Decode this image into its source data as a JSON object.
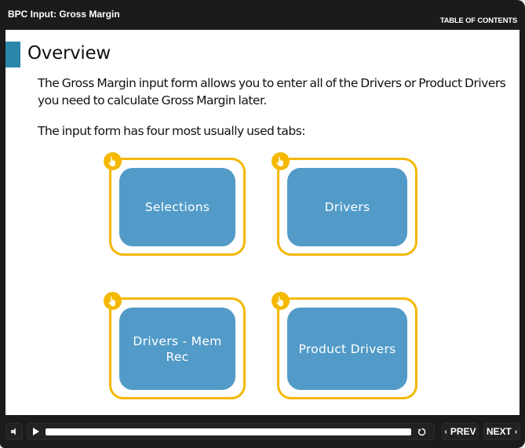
{
  "window": {
    "title": "BPC Input: Gross Margin",
    "toc_label": "TABLE OF CONTENTS"
  },
  "slide": {
    "heading": "Overview",
    "paragraph1": "The Gross Margin input form allows you to enter all of the Drivers or Product Drivers you need to calculate Gross Margin later.",
    "paragraph2": "The input form has four most usually used tabs:",
    "tabs": [
      {
        "label": "Selections",
        "icon": "hand-pointer-icon"
      },
      {
        "label": "Drivers",
        "icon": "hand-pointer-icon"
      },
      {
        "label": "Drivers - Mem Rec",
        "icon": "hand-pointer-icon"
      },
      {
        "label": "Product Drivers",
        "icon": "hand-pointer-icon"
      }
    ]
  },
  "controls": {
    "mute_icon": "speaker-icon",
    "play_icon": "play-icon",
    "replay_icon": "replay-icon",
    "prev_label": "PREV",
    "next_label": "NEXT"
  },
  "colors": {
    "accent": "#2a86aa",
    "tab_fill": "#529bc8",
    "tab_border": "#f4b800",
    "chrome": "#1b1b1b"
  }
}
